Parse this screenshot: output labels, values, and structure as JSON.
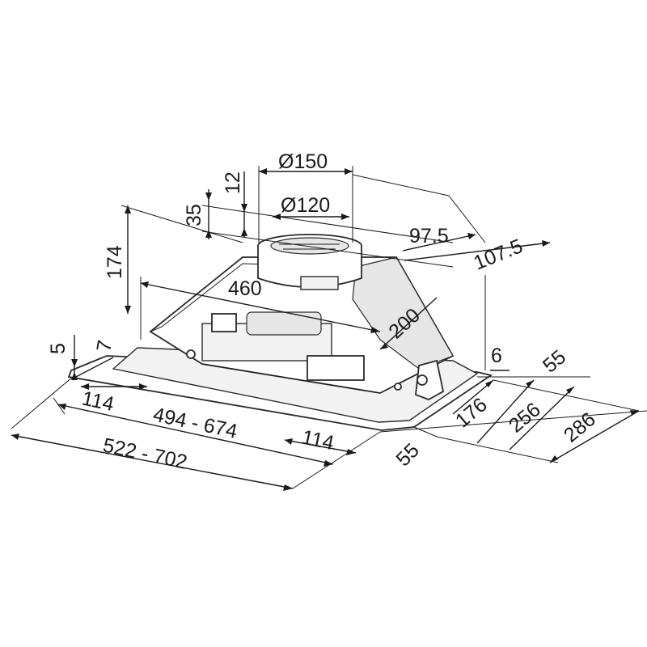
{
  "diagram": {
    "labels": {
      "d150": "Ø150",
      "d120": "Ø120",
      "h12": "12",
      "h35": "35",
      "h174": "174",
      "w460": "460",
      "d97_5": "97.5",
      "d107_5": "107.5",
      "d200": "200",
      "h5": "5",
      "h7": "7",
      "d6": "6",
      "d55_right": "55",
      "w114_left": "114",
      "w494_674": "494 - 674",
      "w114_center": "114",
      "w522_702": "522 - 702",
      "d55_bottom": "55",
      "d176": "176",
      "d256": "256",
      "d286": "286"
    }
  }
}
